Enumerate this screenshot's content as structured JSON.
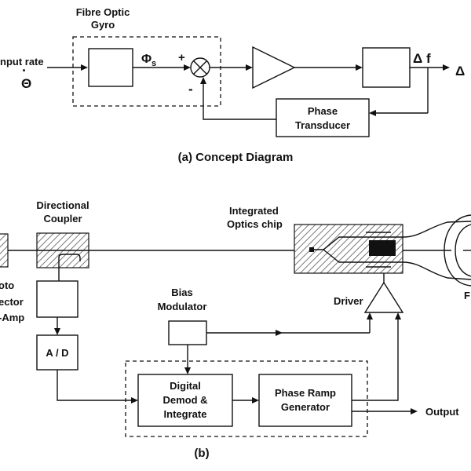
{
  "diagram_a": {
    "input_rate": "nput rate",
    "input_symbol": "Θ",
    "input_dot": "·",
    "gyro_label_line1": "Fibre Optic",
    "gyro_label_line2": "Gyro",
    "phi": "Φ",
    "phi_sub": "s",
    "plus": "+",
    "minus": "-",
    "delta_f": "Δ f",
    "delta_right": "Δ",
    "phase_transducer_line1": "Phase",
    "phase_transducer_line2": "Transducer",
    "caption": "(a) Concept Diagram"
  },
  "diagram_b": {
    "directional_coupler_line1": "Directional",
    "directional_coupler_line2": "Coupler",
    "integrated_optics_line1": "Integrated",
    "integrated_optics_line2": "Optics chip",
    "photo_line1": "oto",
    "photo_line2": "ector",
    "photo_line3": "-Amp",
    "bias_modulator_line1": "Bias",
    "bias_modulator_line2": "Modulator",
    "driver": "Driver",
    "fibre_coil_partial": "F",
    "ad": "A / D",
    "digital_line1": "Digital",
    "digital_line2": "Demod &",
    "digital_line3": "Integrate",
    "phase_ramp_line1": "Phase Ramp",
    "phase_ramp_line2": "Generator",
    "output": "Output",
    "caption": "(b)"
  }
}
